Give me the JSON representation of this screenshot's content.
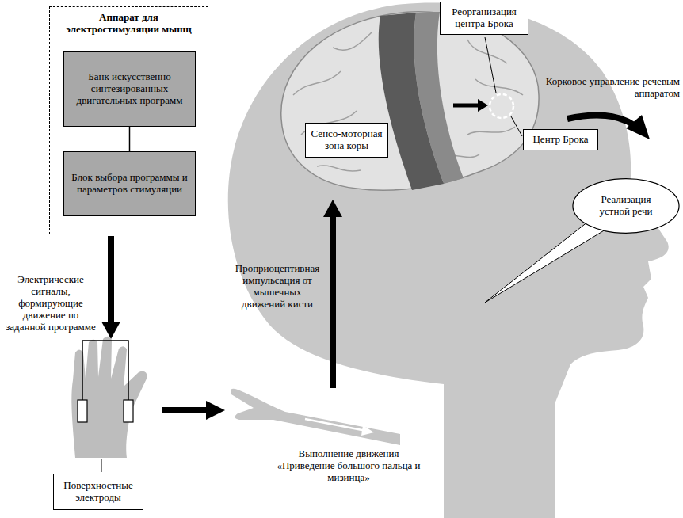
{
  "diagram": {
    "nodes": [
      {
        "text": [
          "Аппарат для электростимуляции мышц"
        ]
      },
      {
        "text": [
          "Банк искусственно синтезированных двигательных программ"
        ],
        "in": 0
      },
      {
        "text": [
          "Блок выбора программы и параметров стимуляции"
        ],
        "in": 0
      },
      {
        "text": [
          "Поверхностные электроды"
        ]
      },
      {
        "text": [
          "Сенсо-моторная зона коры"
        ]
      },
      {
        "text": [
          "Реорганизация центра Брока"
        ]
      },
      {
        "text": [
          "Центр Брока"
        ]
      },
      {
        "text": [
          "Реализация устной речи"
        ]
      }
    ],
    "edges": [
      {
        "from": 1,
        "to": 2,
        "arrow": "none"
      }
    ],
    "labels": [
      "Электрические сигналы, формирующие движение по заданной программе",
      "Проприоцептивная импульсация от мышечных движений кисти",
      "Выполнение движения «Приведение большого пальца и мизинца»",
      "Корковое управление речевым аппаратом"
    ]
  }
}
